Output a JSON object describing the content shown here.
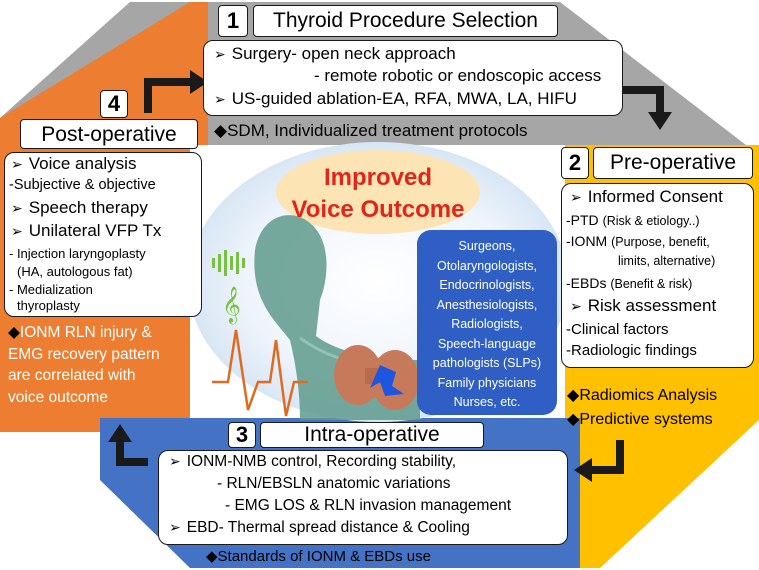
{
  "center": {
    "headline_1": "Improved",
    "headline_2": "Voice Outcome",
    "specialists": [
      "Surgeons,",
      "Otolaryngologists,",
      "Endocrinologists,",
      "Anesthesiologists,",
      "Radiologists,",
      "Speech-language",
      "pathologists (SLPs)",
      "Family physicians",
      "Nurses, etc."
    ]
  },
  "sections": {
    "s1": {
      "number": "1",
      "title": "Thyroid Procedure Selection",
      "line1": "Surgery- open neck approach",
      "line2": "- remote robotic or endoscopic access",
      "line3": "US-guided ablation-EA, RFA, MWA, LA, HIFU",
      "note": "SDM, Individualized treatment protocols"
    },
    "s2": {
      "number": "2",
      "title": "Pre-operative",
      "h1": "Informed Consent",
      "l1a": "-PTD",
      "l1b": "(Risk & etiology..)",
      "l2a": "-IONM",
      "l2b": "(Purpose, benefit,",
      "l2c": "limits, alternative)",
      "l3a": "-EBDs",
      "l3b": "(Benefit & risk)",
      "h2": "Risk assessment",
      "l4": "-Clinical factors",
      "l5": "-Radiologic findings",
      "note1": "Radiomics Analysis",
      "note2": "Predictive systems"
    },
    "s3": {
      "number": "3",
      "title": "Intra-operative",
      "line1": "IONM-NMB control, Recording stability,",
      "line2": "- RLN/EBSLN anatomic variations",
      "line3": "- EMG LOS & RLN invasion management",
      "line4": "EBD- Thermal spread distance & Cooling",
      "note": "Standards of IONM & EBDs use"
    },
    "s4": {
      "number": "4",
      "title": "Post-operative",
      "l1": "Voice analysis",
      "l2": "-Subjective & objective",
      "l3": "Speech therapy",
      "l4": "Unilateral VFP Tx",
      "l5": "- Injection laryngoplasty",
      "l6": "(HA, autologous fat)",
      "l7": "- Medialization",
      "l8": "thyroplasty",
      "note1": "IONM RLN injury &",
      "note2": "EMG recovery pattern",
      "note3": "are correlated with",
      "note4": "voice outcome"
    }
  },
  "icons": {
    "bullet_arrow": "➢",
    "diamond": "◆",
    "music_note": "𝄞"
  },
  "colors": {
    "gray": "#a6a6a6",
    "yellow": "#ffc000",
    "blue": "#4472c4",
    "orange": "#ed7d31",
    "headline_red": "#e1251b",
    "specialist_blue": "#2f5fc4"
  }
}
